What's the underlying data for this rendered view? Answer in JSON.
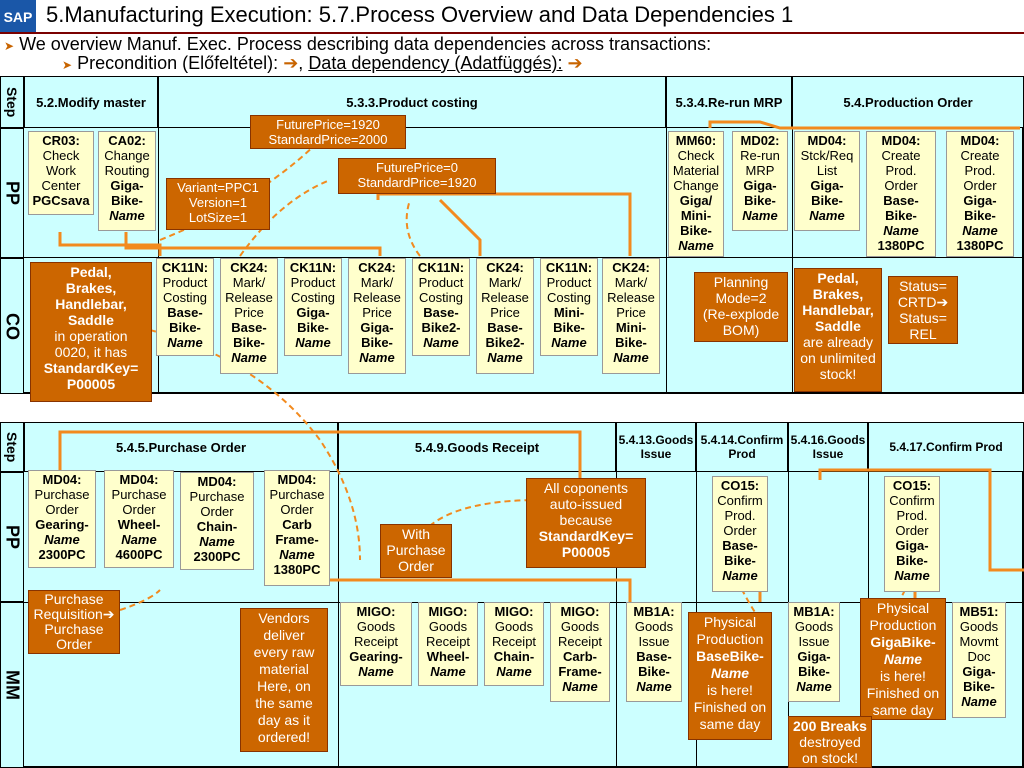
{
  "header": {
    "logo": "SAP",
    "title": "5.Manufacturing Execution: 5.7.Process Overview and Data Dependencies 1",
    "line1": "We overview Manuf. Exec. Process describing data dependencies across transactions:",
    "line2_a": "Precondition (Előfeltétel):",
    "line2_b": "Data dependency (Adatfüggés):"
  },
  "top": {
    "lanes": [
      "Step",
      "PP",
      "CO"
    ],
    "steps": [
      "5.2.Modify master",
      "5.3.3.Product costing",
      "5.3.4.Re-run MRP",
      "5.4.Production Order"
    ]
  },
  "bottom": {
    "lanes": [
      "Step",
      "PP",
      "MM"
    ],
    "steps": [
      "5.4.5.Purchase Order",
      "5.4.9.Goods Receipt",
      "5.4.13.Goods Issue",
      "5.4.14.Confirm Prod",
      "5.4.16.Goods Issue",
      "5.4.17.Confirm Prod"
    ]
  },
  "boxes": {
    "ca02": [
      "CA02:",
      "Change",
      "Routing",
      "Giga-",
      "Bike-",
      "Name"
    ],
    "cr03": [
      "CR03:",
      "Check",
      "Work",
      "Center",
      "PGCsava"
    ],
    "fp1920": [
      "FuturePrice=1920",
      "StandardPrice=2000"
    ],
    "fp0": [
      "FuturePrice=0",
      "StandardPrice=1920"
    ],
    "variant": [
      "Variant=PPC1",
      "Version=1",
      "LotSize=1"
    ],
    "mm60": [
      "MM60:",
      "Check",
      "Material",
      "Change",
      "Giga/",
      "Mini-",
      "Bike-",
      "Name"
    ],
    "md02": [
      "MD02:",
      "Re-run",
      "MRP",
      "Giga-",
      "Bike-",
      "Name"
    ],
    "md04a": [
      "MD04:",
      "Stck/Req",
      "List",
      "Giga-",
      "Bike-",
      "Name"
    ],
    "md04b": [
      "MD04:",
      "Create",
      "Prod.",
      "Order",
      "Base-",
      "Bike-",
      "Name",
      "1380PC"
    ],
    "md04c": [
      "MD04:",
      "Create",
      "Prod.",
      "Order",
      "Giga-",
      "Bike-",
      "Name",
      "1380PC"
    ],
    "pedal1": [
      "Pedal,",
      "Brakes,",
      "Handlebar,",
      "Saddle",
      "in operation",
      "0020, it has",
      "StandardKey=",
      "P00005"
    ],
    "ck11n1": [
      "CK11N:",
      "Product",
      "Costing",
      "Base-",
      "Bike-",
      "Name"
    ],
    "ck24a": [
      "CK24:",
      "Mark/",
      "Release",
      "Price",
      "Base-",
      "Bike-",
      "Name"
    ],
    "ck11n2": [
      "CK11N:",
      "Product",
      "Costing",
      "Giga-",
      "Bike-",
      "Name"
    ],
    "ck24b": [
      "CK24:",
      "Mark/",
      "Release",
      "Price",
      "Giga-",
      "Bike-",
      "Name"
    ],
    "ck11n3": [
      "CK11N:",
      "Product",
      "Costing",
      "Base-",
      "Bike2-",
      "Name"
    ],
    "ck24c": [
      "CK24:",
      "Mark/",
      "Release",
      "Price",
      "Base-",
      "Bike2-",
      "Name"
    ],
    "ck11n4": [
      "CK11N:",
      "Product",
      "Costing",
      "Mini-",
      "Bike-",
      "Name"
    ],
    "ck24d": [
      "CK24:",
      "Mark/",
      "Release",
      "Price",
      "Mini-",
      "Bike-",
      "Name"
    ],
    "planning": [
      "Planning",
      "Mode=2",
      "(Re-explode",
      "BOM)"
    ],
    "pedal2": [
      "Pedal,",
      "Brakes,",
      "Handlebar,",
      "Saddle",
      "are already",
      "on unlimited",
      "stock!"
    ],
    "status": [
      "Status=",
      "CRTD",
      "Status=",
      "REL"
    ],
    "po1": [
      "MD04:",
      "Purchase",
      "Order",
      "Gearing-",
      "Name",
      "2300PC"
    ],
    "po2": [
      "MD04:",
      "Purchase",
      "Order",
      "Wheel-",
      "Name",
      "4600PC"
    ],
    "po3": [
      "MD04:",
      "Purchase",
      "Order",
      "Chain-",
      "Name",
      "2300PC"
    ],
    "po4": [
      "MD04:",
      "Purchase",
      "Order",
      "Carb",
      "Frame-",
      "Name",
      "1380PC"
    ],
    "withpo": [
      "With",
      "Purchase",
      "Order"
    ],
    "allcomp": [
      "All coponents",
      "auto-issued",
      "because",
      "StandardKey=",
      "P00005"
    ],
    "co15a": [
      "CO15:",
      "Confirm",
      "Prod.",
      "Order",
      "Base-",
      "Bike-",
      "Name"
    ],
    "co15b": [
      "CO15:",
      "Confirm",
      "Prod.",
      "Order",
      "Giga-",
      "Bike-",
      "Name"
    ],
    "purreq": [
      "Purchase",
      "Requisition",
      "Purchase",
      "Order"
    ],
    "vendors": [
      "Vendors",
      "deliver",
      "every raw",
      "material",
      "Here, on",
      "the same",
      "day as it",
      "ordered!"
    ],
    "migo1": [
      "MIGO:",
      "Goods",
      "Receipt",
      "Gearing-",
      "Name"
    ],
    "migo2": [
      "MIGO:",
      "Goods",
      "Receipt",
      "Wheel-",
      "Name"
    ],
    "migo3": [
      "MIGO:",
      "Goods",
      "Receipt",
      "Chain-",
      "Name"
    ],
    "migo4": [
      "MIGO:",
      "Goods",
      "Receipt",
      "Carb-",
      "Frame-",
      "Name"
    ],
    "mb1a1": [
      "MB1A:",
      "Goods",
      "Issue",
      "Base-",
      "Bike-",
      "Name"
    ],
    "phys1": [
      "Physical",
      "Production",
      "BaseBike-",
      "Name",
      "is here!",
      "Finished on",
      "same day"
    ],
    "mb1a2": [
      "MB1A:",
      "Goods",
      "Issue",
      "Giga-",
      "Bike-",
      "Name"
    ],
    "phys2": [
      "Physical",
      "Production",
      "GigaBike-",
      "Name",
      "is here!",
      "Finished on",
      "same day"
    ],
    "breaks": [
      "200 Breaks",
      "destroyed",
      "on stock!"
    ],
    "mb51": [
      "MB51:",
      "Goods",
      "Movmt",
      "Doc",
      "Giga-",
      "Bike-",
      "Name"
    ]
  },
  "colors": {
    "arrow": "#f28a1e",
    "yellow": "#ffffcc",
    "orange": "#cc6600",
    "cyan": "#ccffff"
  }
}
